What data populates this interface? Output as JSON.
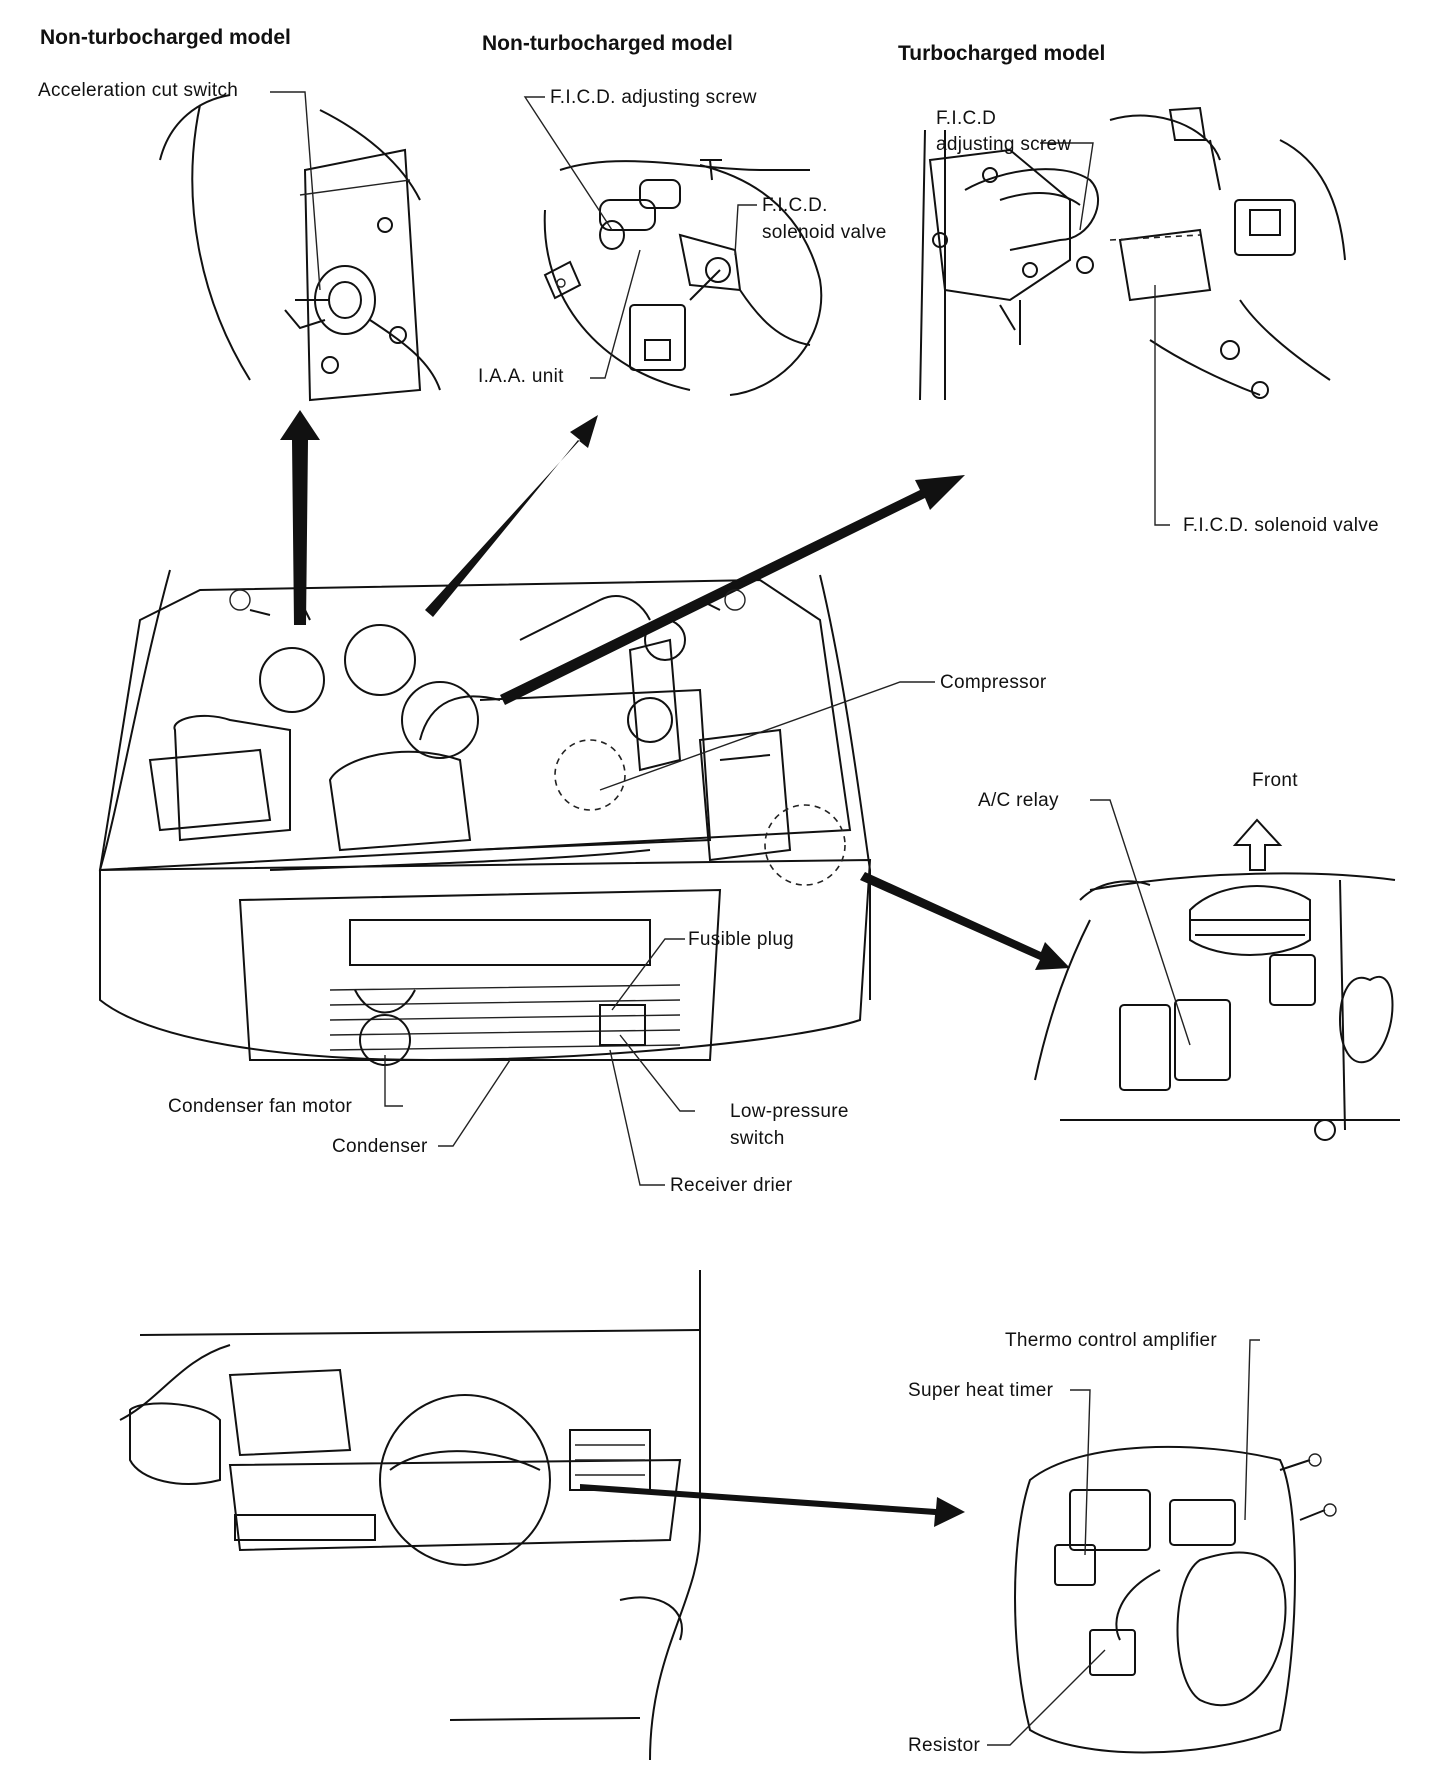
{
  "headings": {
    "accel_switch_panel": "Non-turbocharged model",
    "ficd_non_turbo_panel": "Non-turbocharged model",
    "ficd_turbo_panel": "Turbocharged model"
  },
  "labels": {
    "acceleration_cut_switch": "Acceleration cut switch",
    "ficd_adjusting_screw_nt": "F.I.C.D. adjusting screw",
    "ficd_solenoid_valve_nt_line1": "F.I.C.D.",
    "ficd_solenoid_valve_nt_line2": "solenoid valve",
    "iaa_unit": "I.A.A. unit",
    "ficd_adjusting_screw_t_line1": "F.I.C.D",
    "ficd_adjusting_screw_t_line2": "adjusting screw",
    "ficd_solenoid_valve_t": "F.I.C.D. solenoid valve",
    "compressor": "Compressor",
    "front": "Front",
    "ac_relay": "A/C relay",
    "fusible_plug": "Fusible plug",
    "condenser_fan_motor": "Condenser fan motor",
    "condenser": "Condenser",
    "low_pressure_switch_line1": "Low-pressure",
    "low_pressure_switch_line2": "switch",
    "receiver_drier": "Receiver drier",
    "thermo_control_amplifier": "Thermo control amplifier",
    "super_heat_timer": "Super heat timer",
    "resistor": "Resistor"
  }
}
